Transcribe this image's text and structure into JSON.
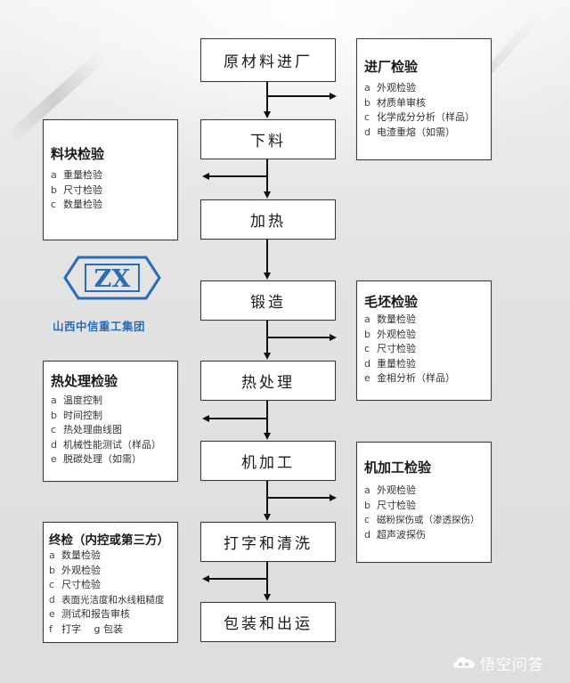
{
  "flow": {
    "steps": [
      {
        "id": "raw-material-entry",
        "label": "原材料进厂"
      },
      {
        "id": "cutting",
        "label": "下料"
      },
      {
        "id": "heating",
        "label": "加热"
      },
      {
        "id": "forging",
        "label": "锻造"
      },
      {
        "id": "heat-treatment",
        "label": "热处理"
      },
      {
        "id": "machining",
        "label": "机加工"
      },
      {
        "id": "marking-cleaning",
        "label": "打字和清洗"
      },
      {
        "id": "packing-shipping",
        "label": "包装和出运"
      }
    ],
    "inspections": {
      "incoming": {
        "title": "进厂检验",
        "items": [
          {
            "key": "a",
            "text": "外观检验"
          },
          {
            "key": "b",
            "text": "材质单审核"
          },
          {
            "key": "c",
            "text": "化学成分分析（样品）"
          },
          {
            "key": "d",
            "text": "电渣重熔（如需）"
          }
        ]
      },
      "billet": {
        "title": "料块检验",
        "items": [
          {
            "key": "a",
            "text": "重量检验"
          },
          {
            "key": "b",
            "text": "尺寸检验"
          },
          {
            "key": "c",
            "text": "数量检验"
          }
        ]
      },
      "blank": {
        "title": "毛坯检验",
        "items": [
          {
            "key": "a",
            "text": "数量检验"
          },
          {
            "key": "b",
            "text": "外观检验"
          },
          {
            "key": "c",
            "text": "尺寸检验"
          },
          {
            "key": "d",
            "text": "重量检验"
          },
          {
            "key": "e",
            "text": "金相分析（样品）"
          }
        ]
      },
      "heat_treatment": {
        "title": "热处理检验",
        "items": [
          {
            "key": "a",
            "text": "温度控制"
          },
          {
            "key": "b",
            "text": "时间控制"
          },
          {
            "key": "c",
            "text": "热处理曲线图"
          },
          {
            "key": "d",
            "text": "机械性能测试（样品）"
          },
          {
            "key": "e",
            "text": "脱碳处理（如需）"
          }
        ]
      },
      "machining": {
        "title": "机加工检验",
        "items": [
          {
            "key": "a",
            "text": "外观检验"
          },
          {
            "key": "b",
            "text": "尺寸检验"
          },
          {
            "key": "c",
            "text": "磁粉探伤或（渗透探伤）"
          },
          {
            "key": "d",
            "text": "超声波探伤"
          }
        ]
      },
      "final": {
        "title": "终检（内控或第三方）",
        "items": [
          {
            "key": "a",
            "text": "数量检验"
          },
          {
            "key": "b",
            "text": "外观检验"
          },
          {
            "key": "c",
            "text": "尺寸检验"
          },
          {
            "key": "d",
            "text": "表面光洁度和水线粗糙度"
          },
          {
            "key": "e",
            "text": "测试和报告审核"
          },
          {
            "key": "f",
            "text": "打字　 g 包装"
          }
        ]
      }
    }
  },
  "logo": {
    "mark": "ZX",
    "company": "山西中信重工集团",
    "color": "#2a6cb5"
  },
  "watermark": {
    "icon": "wukong-cloud-icon",
    "text": "悟空问答"
  }
}
